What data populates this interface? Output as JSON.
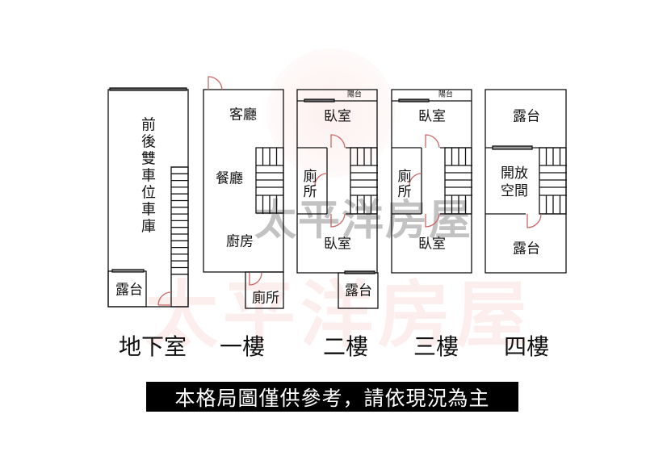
{
  "watermark": "太平洋房屋",
  "floors": [
    {
      "name": "地下室",
      "rooms": [
        "前後雙車位車庫",
        "露台"
      ]
    },
    {
      "name": "一樓",
      "rooms": [
        "客廳",
        "餐廳",
        "廚房",
        "廁所"
      ]
    },
    {
      "name": "二樓",
      "rooms": [
        "陽台",
        "臥室",
        "廁所",
        "臥室",
        "露台"
      ]
    },
    {
      "name": "三樓",
      "rooms": [
        "陽台",
        "臥室",
        "廁所",
        "臥室"
      ]
    },
    {
      "name": "四樓",
      "rooms": [
        "露台",
        "開放空間",
        "露台"
      ]
    }
  ],
  "disclaimer": "本格局圖僅供參考，請依現況為主"
}
